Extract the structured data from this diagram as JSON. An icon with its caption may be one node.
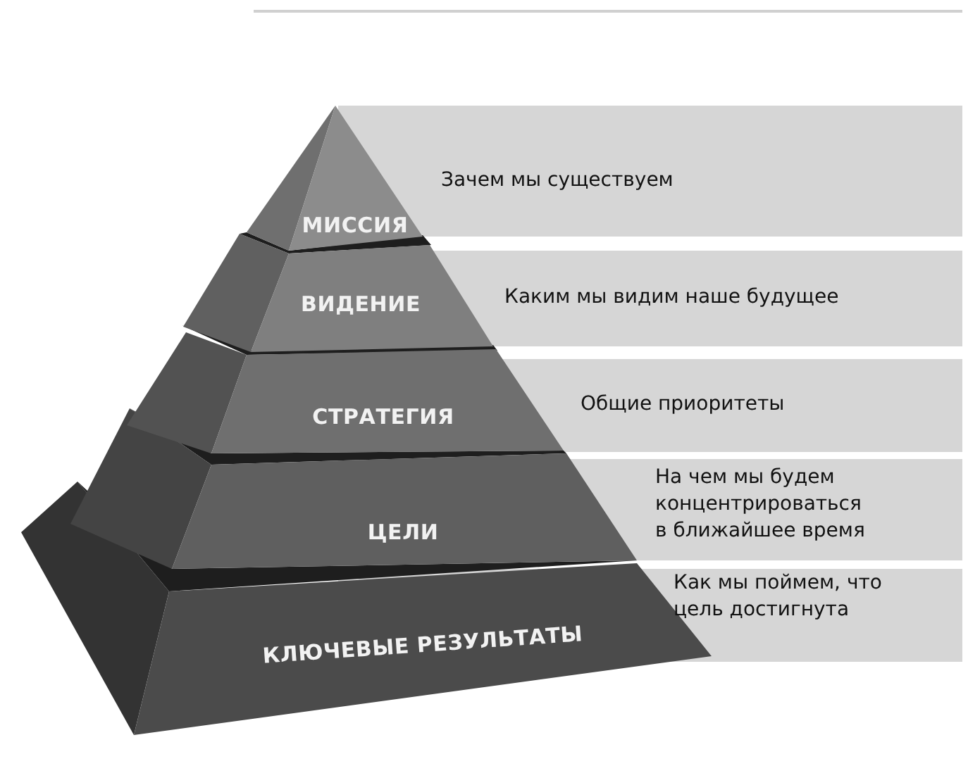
{
  "diagram": {
    "nodes": [
      {
        "text": [
          "МИССИЯ"
        ],
        "beside": [
          "Зачем мы существуем"
        ]
      },
      {
        "text": [
          "ВИДЕНИЕ"
        ],
        "beside": [
          "Каким мы видим наше будущее"
        ]
      },
      {
        "text": [
          "СТРАТЕГИЯ"
        ],
        "beside": [
          "Общие приоритеты"
        ]
      },
      {
        "text": [
          "ЦЕЛИ"
        ],
        "beside": [
          "На чем мы будем концентрироваться в ближайшее время"
        ]
      },
      {
        "text": [
          "КЛЮЧЕВЫЕ РЕЗУЛЬТАТЫ"
        ],
        "beside": [
          "Как мы поймем, что цель достигнута"
        ]
      }
    ],
    "edges": []
  }
}
